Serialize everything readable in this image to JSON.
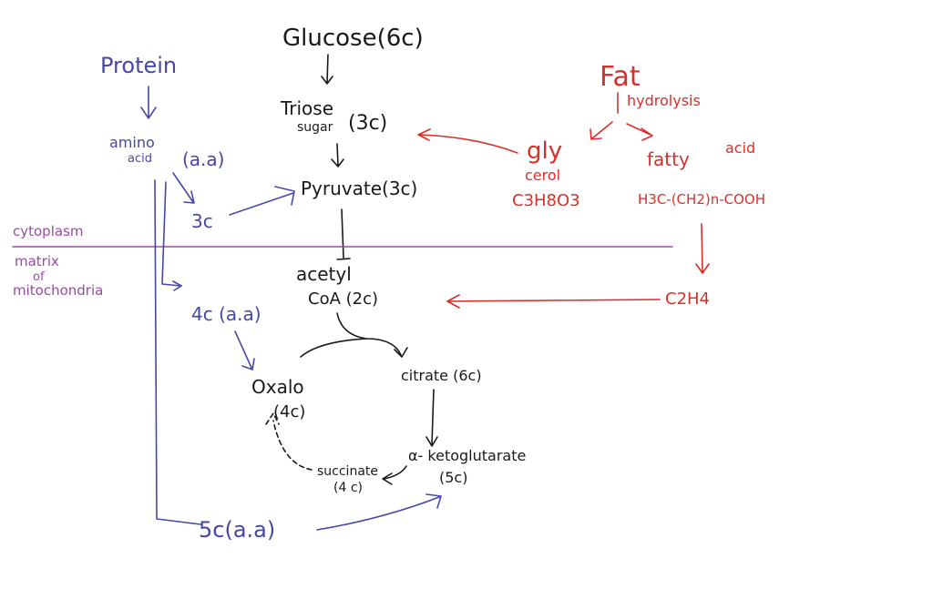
{
  "colors": {
    "black": "#1a1a1a",
    "blue": "#4747a8",
    "red": "#d9302c",
    "purple": "#9a4aa6"
  },
  "glucose": {
    "glucose": "Glucose(6c)",
    "triose_1": "Triose",
    "triose_2": "sugar",
    "triose_3": "(3c)",
    "pyruvate": "Pyruvate(3c)",
    "acetyl_1": "acetyl",
    "acetyl_2": "CoA (2c)"
  },
  "protein": {
    "protein": "Protein",
    "amino_1": "amino",
    "amino_2": "acid",
    "amino_3": "(a.a)",
    "three_c": "3c",
    "four_c": "4c (a.a)",
    "five_c": "5c(a.a)"
  },
  "regions": {
    "cytoplasm": "cytoplasm",
    "matrix_1": "matrix",
    "matrix_2": "of",
    "matrix_3": "mitochondria"
  },
  "fat": {
    "fat": "Fat",
    "hydrolysis": "hydrolysis",
    "gly_1": "gly",
    "gly_2": "cerol",
    "gly_formula": "C3H8O3",
    "fatty_1": "fatty",
    "fatty_2": "acid",
    "fatty_formula": "H3C-(CH2)n-COOH",
    "c2h4": "C2H4"
  },
  "cycle": {
    "oxalo_1": "Oxalo",
    "oxalo_2": "(4c)",
    "citrate": "citrate (6c)",
    "keto_1": "α- ketoglutarate",
    "keto_2": "(5c)",
    "succ_1": "succinate",
    "succ_2": "(4 c)"
  }
}
